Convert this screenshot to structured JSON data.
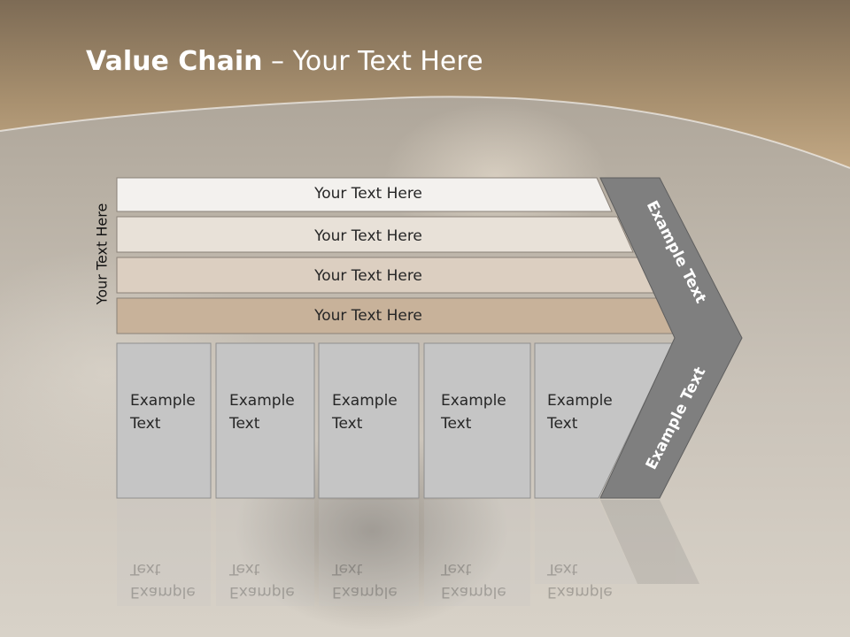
{
  "slide": {
    "title_bold": "Value Chain",
    "title_rest": " – Your Text Here",
    "vertical_label": "Your Text Here"
  },
  "bars": [
    {
      "label": "Your Text Here",
      "color": "#f3f1ee"
    },
    {
      "label": "Your Text Here",
      "color": "#e8e1d8"
    },
    {
      "label": "Your Text Here",
      "color": "#dccfc1"
    },
    {
      "label": "Your Text Here",
      "color": "#c8b29a"
    }
  ],
  "boxes": [
    {
      "line1": "Example",
      "line2": "Text"
    },
    {
      "line1": "Example",
      "line2": "Text"
    },
    {
      "line1": "Example",
      "line2": "Text"
    },
    {
      "line1": "Example",
      "line2": "Text"
    },
    {
      "line1": "Example",
      "line2": "Text"
    }
  ],
  "chevron": {
    "upper_text": "Example Text",
    "lower_text": "Example Text",
    "color": "#7f7f7f"
  },
  "colors": {
    "header_band": "#a88e6e",
    "box_fill": "#c5c5c5"
  }
}
